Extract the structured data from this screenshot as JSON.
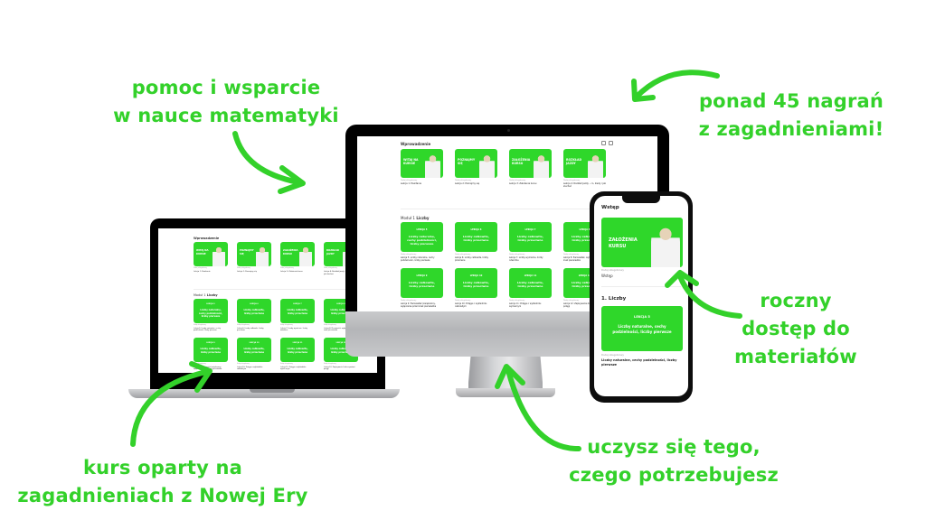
{
  "brand_color": "#33d12a",
  "card_color": "#2fd72a",
  "callouts": {
    "top_left": [
      "pomoc i wsparcie",
      "w nauce matematyki"
    ],
    "top_right": [
      "ponad 45 nagrań",
      "z zagadnieniami!"
    ],
    "right": [
      "roczny",
      "dostęp do",
      "materiałów"
    ],
    "bottom_left": [
      "kurs oparty na",
      "zagadnieniach z Nowej Ery"
    ],
    "bottom_right": [
      "uczysz się tego,",
      "czego potrzebujesz"
    ]
  },
  "desktop": {
    "intro_title": "Wprowadzenie",
    "intro_cards": [
      {
        "card_text": "WITAJ NA KURSIE",
        "kicker": "Dodaj okiegobrowy",
        "caption": "Lekcja 1: Powitanie"
      },
      {
        "card_text": "POZNAJMY SIĘ",
        "kicker": "Dodaj okiegobrowy",
        "caption": "Lekcja 2: Poznajmy się"
      },
      {
        "card_text": "ZAŁOŻENIA KURSU",
        "kicker": "Dodaj okiegobrowy",
        "caption": "Lekcja 3: Założenia kursu"
      },
      {
        "card_text": "ROZKŁAD JAZDY",
        "kicker": "Dodaj okiegobrowy",
        "caption": "Lekcja 4: Rozkład jazdy – co, kiedy i jak słuchać"
      }
    ],
    "module_prefix": "Moduł 1",
    "module_title": "Liczby",
    "lesson_cards": [
      {
        "lesson": "LEKCJA 5",
        "title": "Liczby naturalne, cechy podzielności, liczby pierwsze",
        "kicker": "Dodaj okiegobrowy",
        "caption": "Lekcja 5: Liczby naturalne, cechy podzielności, liczby pierwsze"
      },
      {
        "lesson": "LEKCJA 6",
        "title": "Liczby całkowite, liczby przeciwne",
        "kicker": "Dodaj okiegobrowy",
        "caption": "Lekcja 6: Liczby całkowite, liczby przeciwne"
      },
      {
        "lesson": "LEKCJA 7",
        "title": "Liczby całkowite, liczby przeciwne",
        "kicker": "Dodaj okiegobrowy",
        "caption": "Lekcja 7: Liczby wymierne, liczby odwrotne"
      },
      {
        "lesson": "LEKCJA 8",
        "title": "Liczby całkowite, liczby przeciwne",
        "kicker": "Dodaj okiegobrowy",
        "caption": "Lekcja 8: Pierwiastek, wyłączanie przed znak pierwiastka"
      },
      {
        "lesson": "LEKCJA 9",
        "title": "Liczby całkowite, liczby przeciwne",
        "kicker": "Dodaj okiegobrowy",
        "caption": "Lekcja 9: Pierwiastek (zwiększony, wyłączanie przed znak pierwiastka"
      },
      {
        "lesson": "LEKCJA 10",
        "title": "Liczby całkowite, liczby przeciwne",
        "kicker": "Dodaj okiegobrowy",
        "caption": "Lekcja 10: Potęga o wykładniku całkowitym"
      },
      {
        "lesson": "LEKCJA 11",
        "title": "Liczby całkowite, liczby przeciwne",
        "kicker": "Dodaj okiegobrowy",
        "caption": "Lekcja 11: Potęga o wykładniku wymiernym"
      },
      {
        "lesson": "LEKCJA 12",
        "title": "Liczby całkowite, liczby przeciwne",
        "kicker": "Dodaj okiegobrowy",
        "caption": "Lekcja 12: Zapisywanie liczb w postaci potęgi"
      }
    ]
  },
  "phone": {
    "section_title": "Wstęp",
    "card_text": "ZAŁOŻENIA KURSU",
    "kicker": "Dodaj okiegobrowy",
    "card_caption": "Wstęp",
    "module_title": "1. Liczby",
    "lesson": "LEKCJA 5",
    "lesson_title": "Liczby naturalne, cechy podzielności, liczby pierwsze",
    "lesson_kicker": "Dodaj okiegobrowy",
    "lesson_caption": "Liczby naturalne, cechy podzielności, liczby pierwsze"
  }
}
